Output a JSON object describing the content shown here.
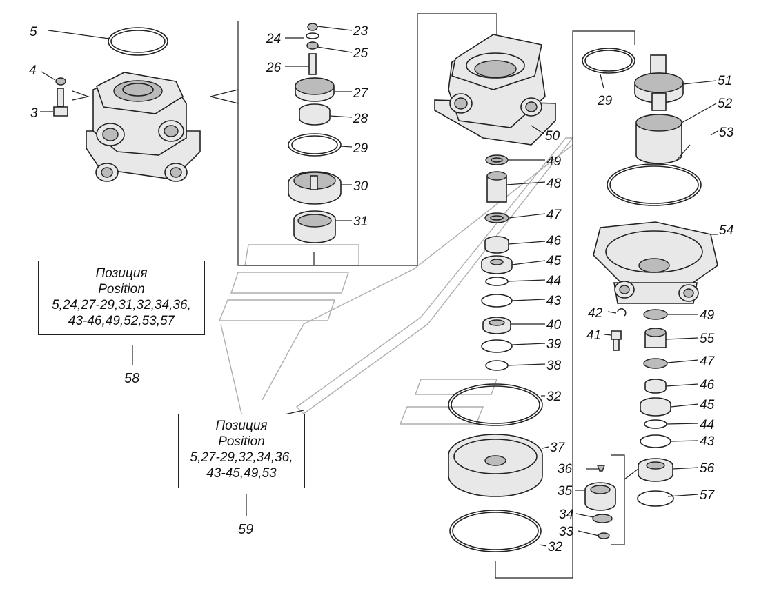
{
  "callouts": [
    {
      "id": "p3",
      "text": "3"
    },
    {
      "id": "p4",
      "text": "4"
    },
    {
      "id": "p5",
      "text": "5"
    },
    {
      "id": "p23",
      "text": "23"
    },
    {
      "id": "p24",
      "text": "24"
    },
    {
      "id": "p25",
      "text": "25"
    },
    {
      "id": "p26",
      "text": "26"
    },
    {
      "id": "p27",
      "text": "27"
    },
    {
      "id": "p28",
      "text": "28"
    },
    {
      "id": "p29a",
      "text": "29"
    },
    {
      "id": "p30",
      "text": "30"
    },
    {
      "id": "p31",
      "text": "31"
    },
    {
      "id": "p50",
      "text": "50"
    },
    {
      "id": "p49a",
      "text": "49"
    },
    {
      "id": "p48",
      "text": "48"
    },
    {
      "id": "p47a",
      "text": "47"
    },
    {
      "id": "p46a",
      "text": "46"
    },
    {
      "id": "p45a",
      "text": "45"
    },
    {
      "id": "p44a",
      "text": "44"
    },
    {
      "id": "p43a",
      "text": "43"
    },
    {
      "id": "p40",
      "text": "40"
    },
    {
      "id": "p39",
      "text": "39"
    },
    {
      "id": "p38",
      "text": "38"
    },
    {
      "id": "p32a",
      "text": "32"
    },
    {
      "id": "p37",
      "text": "37"
    },
    {
      "id": "p32b",
      "text": "32"
    },
    {
      "id": "p36",
      "text": "36"
    },
    {
      "id": "p35",
      "text": "35"
    },
    {
      "id": "p34",
      "text": "34"
    },
    {
      "id": "p33",
      "text": "33"
    },
    {
      "id": "p29b",
      "text": "29"
    },
    {
      "id": "p51",
      "text": "51"
    },
    {
      "id": "p52",
      "text": "52"
    },
    {
      "id": "p53",
      "text": "53"
    },
    {
      "id": "p54",
      "text": "54"
    },
    {
      "id": "p42",
      "text": "42"
    },
    {
      "id": "p41",
      "text": "41"
    },
    {
      "id": "p49b",
      "text": "49"
    },
    {
      "id": "p55",
      "text": "55"
    },
    {
      "id": "p47b",
      "text": "47"
    },
    {
      "id": "p46b",
      "text": "46"
    },
    {
      "id": "p45b",
      "text": "45"
    },
    {
      "id": "p44b",
      "text": "44"
    },
    {
      "id": "p43b",
      "text": "43"
    },
    {
      "id": "p56",
      "text": "56"
    },
    {
      "id": "p57",
      "text": "57"
    }
  ],
  "kit58": {
    "line1": "Позиция",
    "line2": "Position",
    "line3": "5,24,27-29,31,32,34,36,",
    "line4": "43-46,49,52,53,57",
    "number": "58"
  },
  "kit59": {
    "line1": "Позиция",
    "line2": "Position",
    "line3": "5,27-29,32,34,36,",
    "line4": "43-45,49,53",
    "number": "59"
  }
}
